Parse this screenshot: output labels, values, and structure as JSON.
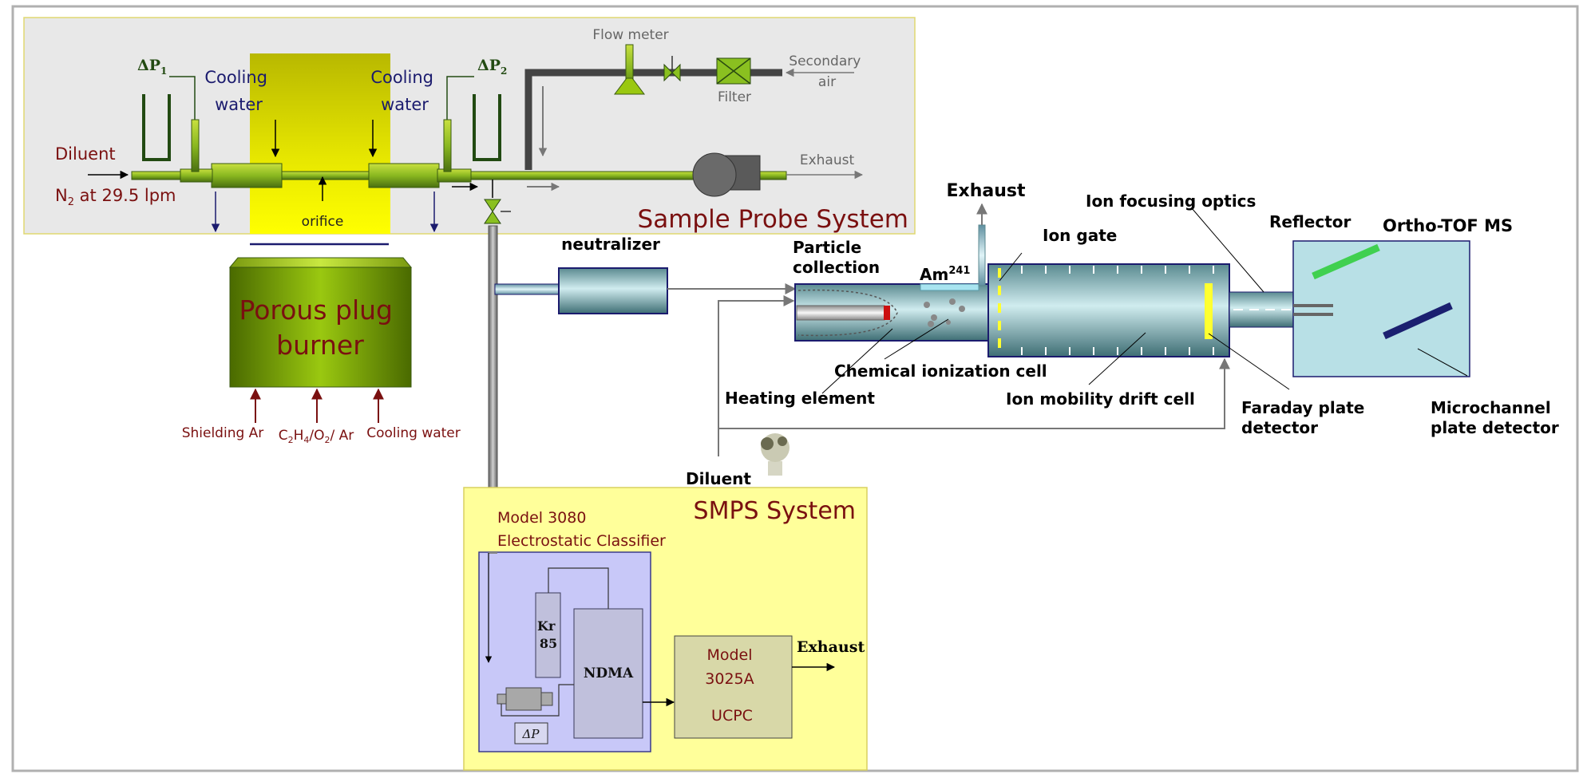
{
  "sample_probe": {
    "title": "Sample Probe System",
    "dp1": "ΔP",
    "dp1_sub": "1",
    "dp2": "ΔP",
    "dp2_sub": "2",
    "cooling_water_1_line1": "Cooling",
    "cooling_water_1_line2": "water",
    "cooling_water_2_line1": "Cooling",
    "cooling_water_2_line2": "water",
    "diluent": "Diluent",
    "n2_prefix": "N",
    "n2_sub": "2",
    "n2_suffix": " at 29.5 lpm",
    "orifice": "orifice",
    "flow_meter": "Flow meter",
    "filter": "Filter",
    "secondary_air_line1": "Secondary",
    "secondary_air_line2": "air",
    "exhaust": "Exhaust"
  },
  "burner": {
    "label_line1": "Porous plug",
    "label_line2": "burner",
    "input_shielding": "Shielding Ar",
    "input_fuel_c": "C",
    "input_fuel_sub1": "2",
    "input_fuel_h": "H",
    "input_fuel_sub2": "4",
    "input_fuel_o": "/O",
    "input_fuel_sub3": "2",
    "input_fuel_ar": "/ Ar",
    "input_cooling": "Cooling water"
  },
  "ims": {
    "neutralizer": "neutralizer",
    "exhaust": "Exhaust",
    "particle_collection_line1": "Particle",
    "particle_collection_line2": "collection",
    "am": "Am",
    "am_sup": "241",
    "ion_gate": "Ion gate",
    "ion_focusing_optics": "Ion focusing optics",
    "reflector": "Reflector",
    "ortho_tof": "Ortho-TOF MS",
    "chemical_ionization_cell": "Chemical ionization cell",
    "heating_element": "Heating element",
    "ion_mobility_drift_cell": "Ion mobility drift cell",
    "faraday_line1": "Faraday plate",
    "faraday_line2": "detector",
    "microchannel_line1": "Microchannel",
    "microchannel_line2": "plate detector",
    "diluent": "Diluent"
  },
  "smps": {
    "title": "SMPS System",
    "classifier_line1": "Model 3080",
    "classifier_line2": "Electrostatic Classifier",
    "kr_line1": "Kr",
    "kr_line2": "85",
    "ndma": "NDMA",
    "dp": "ΔP",
    "ucpc_line1": "Model",
    "ucpc_line2": "3025A",
    "ucpc_line3": "UCPC",
    "exhaust": "Exhaust"
  },
  "colors": {
    "probe_bg": "#e8e8e8",
    "yellow_zone": "#f2f200",
    "smps_bg": "#ffff9a",
    "tof_bg": "#b8e0e6",
    "label_red": "#7a1010",
    "label_blue": "#1b1b6e"
  }
}
